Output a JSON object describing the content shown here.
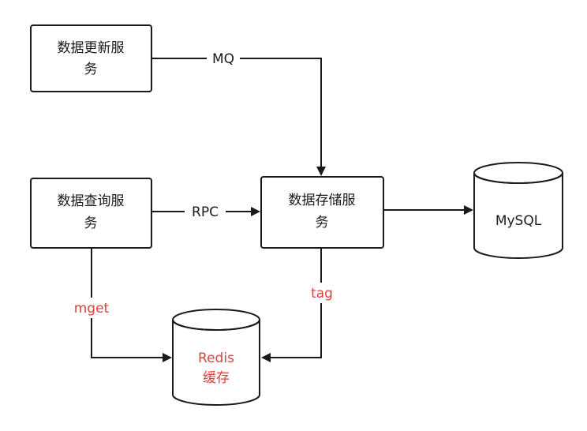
{
  "nodes": {
    "update_service": {
      "line1": "数据更新服",
      "line2": "务"
    },
    "query_service": {
      "line1": "数据查询服",
      "line2": "务"
    },
    "storage_service": {
      "line1": "数据存储服",
      "line2": "务"
    },
    "mysql": {
      "label": "MySQL"
    },
    "redis": {
      "line1": "Redis",
      "line2": "缓存"
    }
  },
  "edges": {
    "mq": "MQ",
    "rpc": "RPC",
    "tag": "tag",
    "mget": "mget"
  },
  "colors": {
    "stroke": "#1a1a1a",
    "text": "#1a1a1a",
    "accent_red": "#d6453d",
    "background": "#ffffff"
  }
}
